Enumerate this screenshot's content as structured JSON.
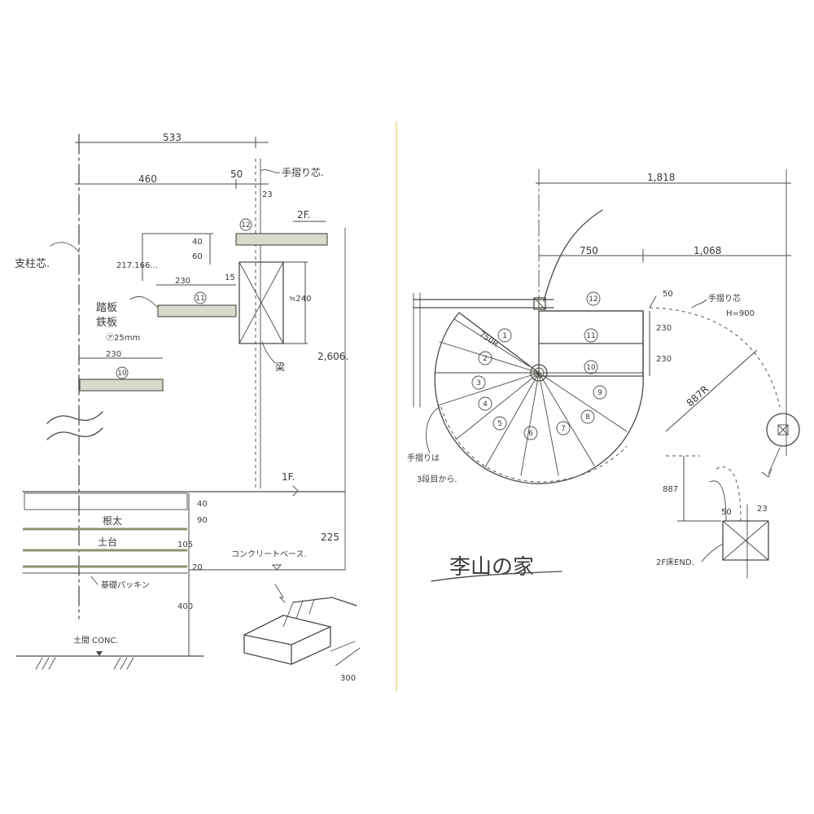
{
  "colors": {
    "ink": "#4a4a44",
    "divider": "#e8d77a",
    "olive": "#8f9270",
    "paper": "#ffffff"
  },
  "section": {
    "dims": {
      "d533": "533",
      "d460": "460",
      "d50": "50",
      "d23": "23",
      "d40": "40",
      "d60": "60",
      "d217": "217.166...",
      "d230a": "230",
      "d15": "15",
      "d240": "≒240",
      "d230b": "230",
      "d2606": "2,606.",
      "d40b": "40",
      "d90": "90",
      "d105": "105",
      "d20": "20",
      "d225": "225",
      "d400": "400",
      "d300": "300"
    },
    "labels": {
      "handrail_center": "手摺り芯.",
      "floor2": "2F.",
      "post_center": "支柱芯.",
      "tread": "踏板",
      "steel": "鉄板",
      "thickness": "㋐25mm",
      "beam": "梁",
      "floor1": "1F.",
      "neda": "根太",
      "dodai": "土台",
      "concrete_base": "コンクリートベース.",
      "kiso_packing": "基礎パッキン",
      "doma": "土間 CONC."
    },
    "steps": {
      "s12": "12",
      "s11": "11",
      "s10": "10"
    }
  },
  "plan": {
    "dims": {
      "d1818": "1,818",
      "d750": "750",
      "d1068": "1,068",
      "d50": "50",
      "d750r": "750R",
      "d887r": "887R",
      "d230a": "230",
      "d230b": "230",
      "d887": "887",
      "d50b": "50",
      "d23": "23"
    },
    "labels": {
      "handrail_center": "手摺り芯",
      "height": "H=900",
      "handrail_note_1": "手摺りは",
      "handrail_note_2": "3段目から.",
      "floor2_end": "2F床END.",
      "title": "李山の家"
    },
    "steps": [
      "1",
      "2",
      "3",
      "4",
      "5",
      "6",
      "7",
      "8",
      "9",
      "10",
      "11",
      "12"
    ]
  }
}
